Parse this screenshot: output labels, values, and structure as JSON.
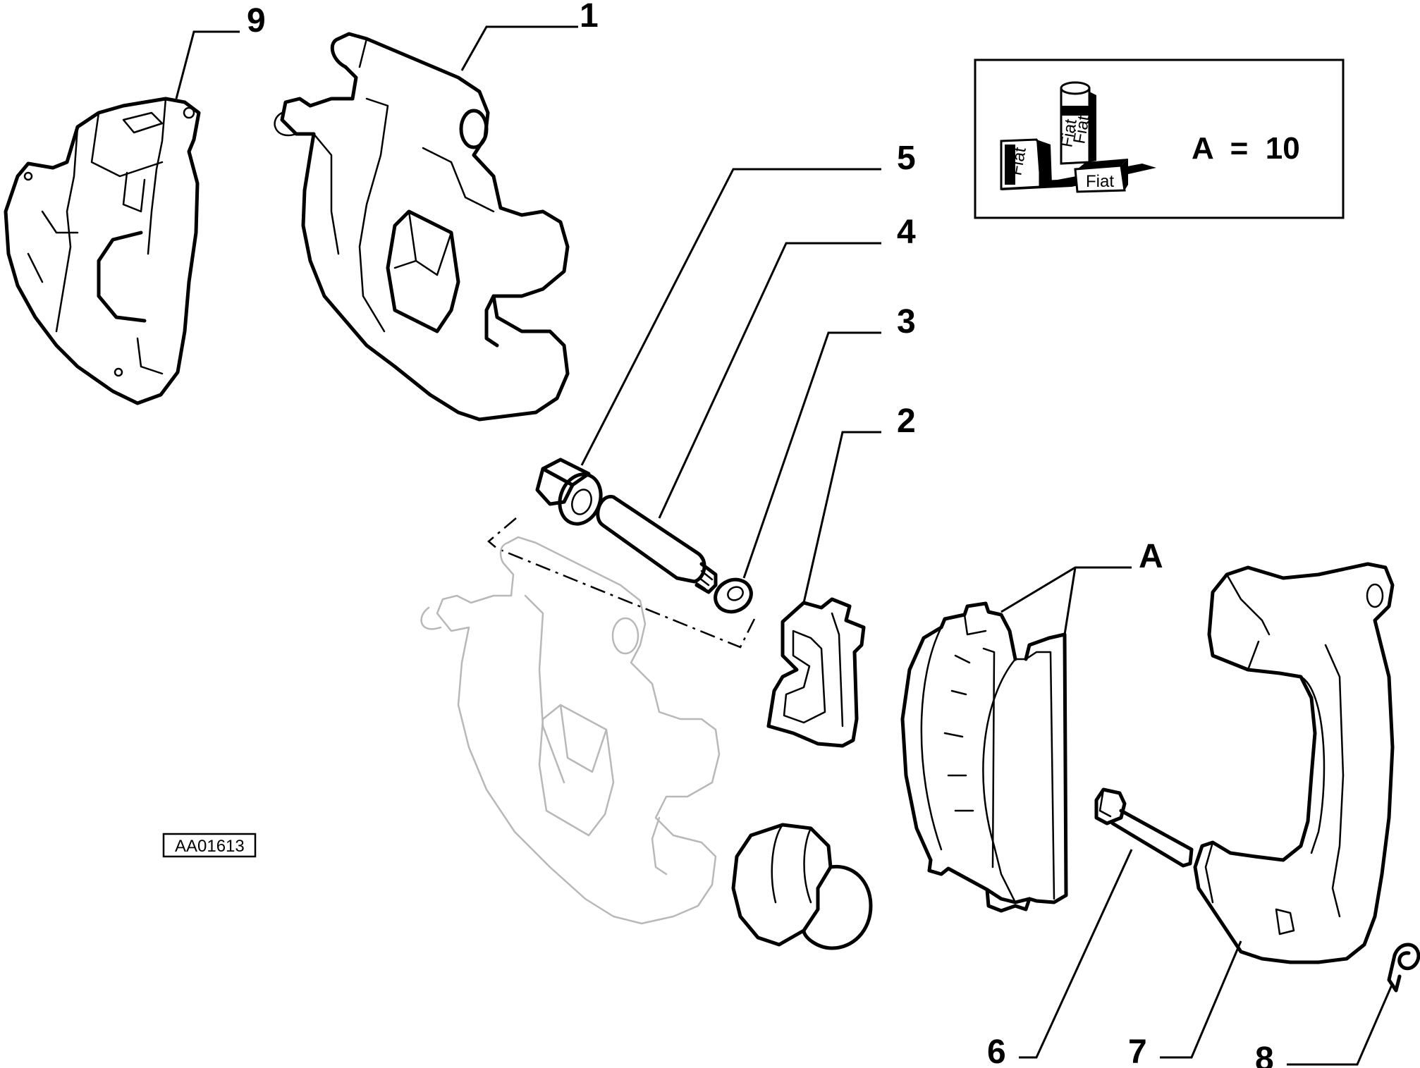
{
  "callouts": {
    "c1": "1",
    "c2": "2",
    "c3": "3",
    "c4": "4",
    "c5": "5",
    "c6": "6",
    "c7": "7",
    "c8": "8",
    "c9": "9",
    "cA": "A"
  },
  "legend": {
    "text": "A  =  10",
    "icon": "fiat-grease-containers-icon",
    "icon_labels": [
      "Fiat",
      "Fiat",
      "Fiat",
      "Fiat"
    ]
  },
  "reference_code": "AA01613"
}
